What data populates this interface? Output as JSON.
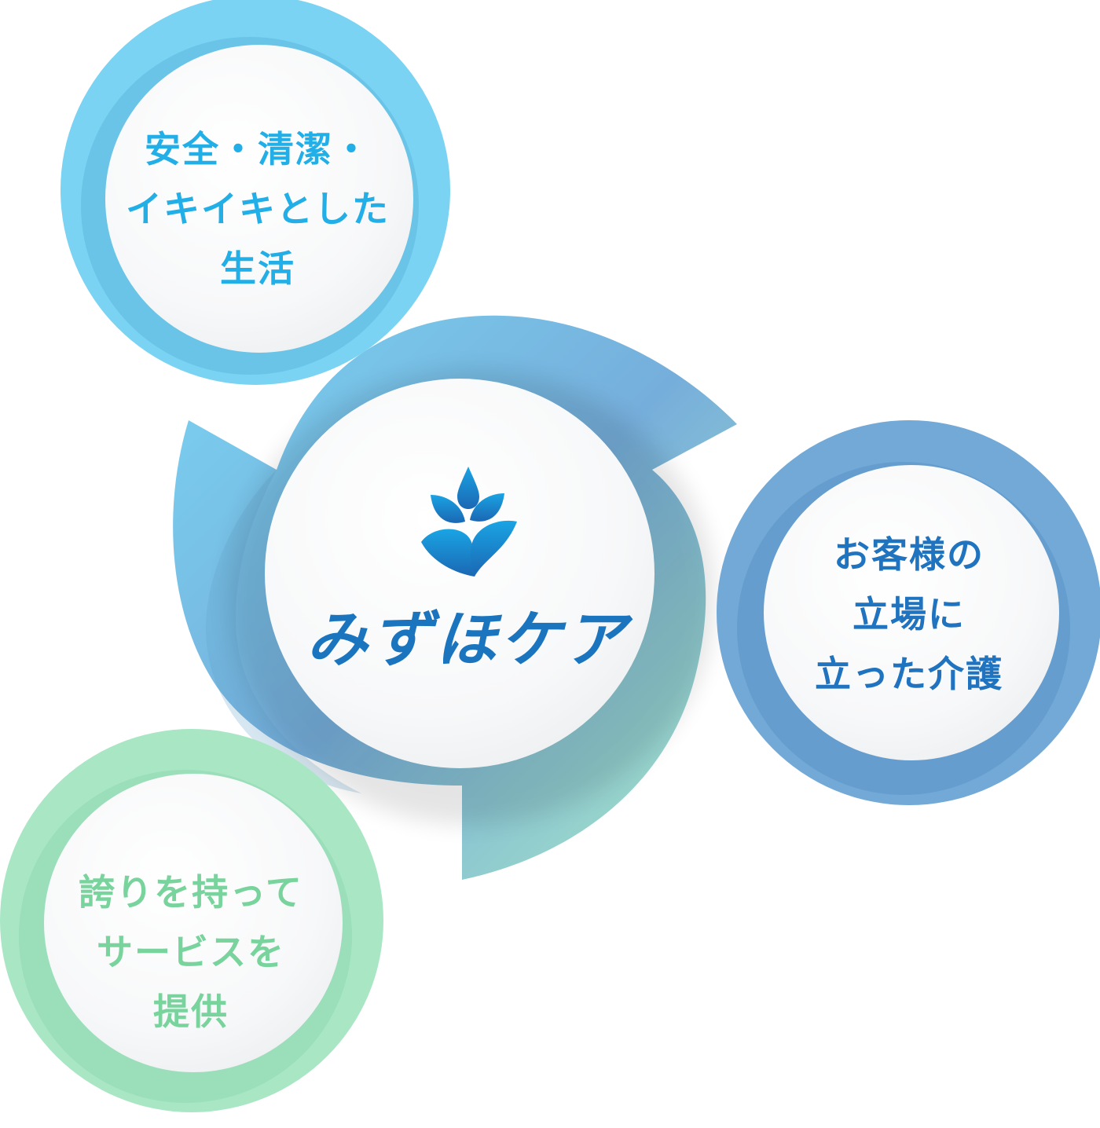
{
  "center": {
    "brand_name": "みずほケア",
    "logo_icon": "water-drop-leaf-icon"
  },
  "circles": {
    "top_left": {
      "lines": [
        "安全・清潔・",
        "イキイキとした",
        "生活"
      ]
    },
    "right": {
      "lines": [
        "お客様の",
        "立場に",
        "立った介護"
      ]
    },
    "bottom_left": {
      "lines": [
        "誇りを持って",
        "サービスを",
        "提供"
      ]
    }
  },
  "colors": {
    "sky_blue": "#7ad3f2",
    "steel_blue": "#72a9d7",
    "mint_green": "#a8e6c4",
    "brand_blue": "#1a74be",
    "top_text": "#22aee6",
    "right_text": "#1f73bf",
    "bottom_text": "#78d39c"
  }
}
